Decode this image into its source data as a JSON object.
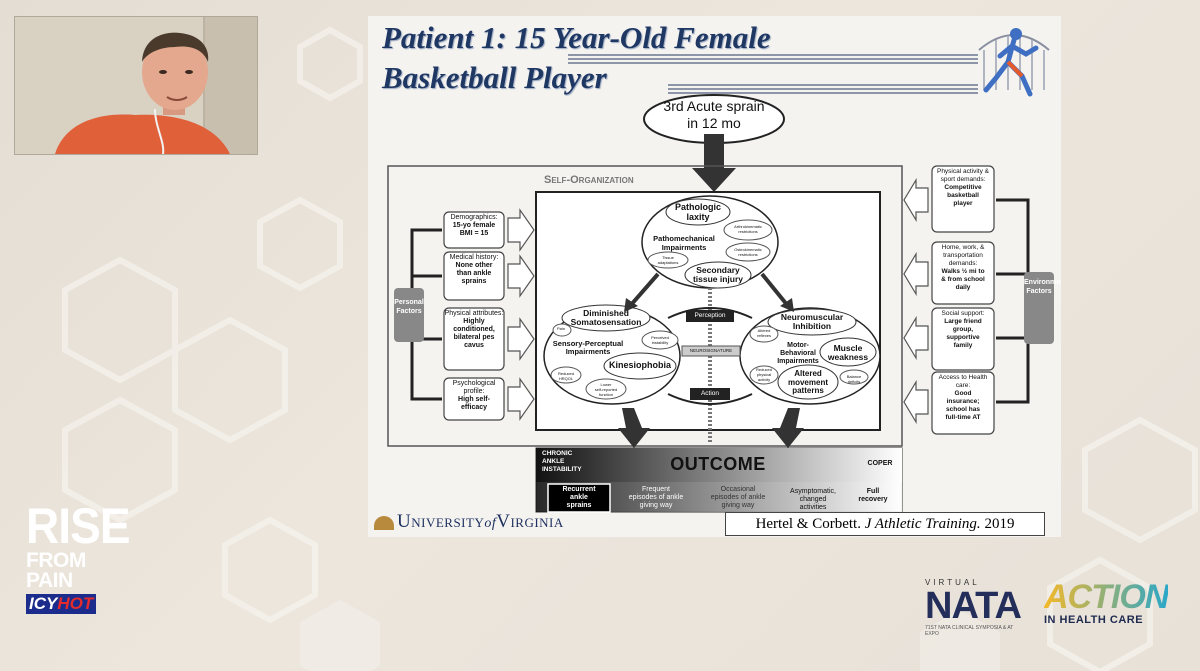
{
  "slide": {
    "title_line1": "Patient 1: 15 Year-Old Female",
    "title_line2": "Basketball Player",
    "top_box": "3rd Acute sprain\nin 12 mo",
    "self_org_label": "Self-Organization",
    "personal_factors": "Personal\nFactors",
    "environmental_factors": "Environmental\nFactors",
    "left_boxes": [
      {
        "label": "Demographics:",
        "value": "15-yo female\nBMI = 15"
      },
      {
        "label": "Medical history:",
        "value": "None other\nthan ankle\nsprains"
      },
      {
        "label": "Physical attributes:",
        "value": "Highly\nconditioned,\nbilateral pes\ncavus"
      },
      {
        "label": "Psychological profile:",
        "value": "High self-\nefficacy"
      }
    ],
    "right_boxes": [
      {
        "label": "Physical activity & sport demands:",
        "value": "Competitive\nbasketball\nplayer"
      },
      {
        "label": "Home, work, & transportation demands:",
        "value": "Walks ½ mi to\n& from school\ndaily"
      },
      {
        "label": "Social support:",
        "value": "Large friend\ngroup,\nsupportive\nfamily"
      },
      {
        "label": "Access to Health care:",
        "value": "Good\ninsurance;\nschool has\nfull-time AT"
      }
    ],
    "top_circle": {
      "main1": "Pathologic\nlaxity",
      "title": "Pathomechanical\nImpairments",
      "small1": "Arthrokinematic\nrestrictions",
      "small2": "Osteokinematic\nrestrictions",
      "small3": "Tissue\nadaptations",
      "main2": "Secondary\ntissue injury"
    },
    "left_circle": {
      "main1": "Diminished\nSomatosensation",
      "title": "Sensory-Perceptual\nImpairments",
      "small_pain": "Pain",
      "small_perceived": "Perceived\ninstability",
      "main2": "Kinesiophobia",
      "small_hrqol": "Reduced\nHRQOL",
      "small_function": "Lower\nself-reported\nfunction"
    },
    "right_circle": {
      "main1": "Neuromuscular\nInhibition",
      "small_altered": "Altered\nreflexes",
      "title": "Motor-Behavioral\nImpairments",
      "main2": "Muscle\nweakness",
      "small_activity": "Reduced\nphysical\nactivity",
      "main3": "Altered\nmovement\npatterns",
      "small_balance": "Balance\ndeficits"
    },
    "center": {
      "perception": "Perception",
      "neurosignature": "Neurosignature",
      "action": "Action"
    },
    "outcome": {
      "cai_label": "Chronic\nAnkle\nInstability",
      "title": "OUTCOME",
      "coper": "COPER",
      "steps": [
        "Recurrent\nankle\nsprains",
        "Frequent\nepisodes of ankle\ngiving way",
        "Occasional\nepisodes of ankle\ngiving way",
        "Asymptomatic,\nchanged\nactivities",
        "Full\nrecovery"
      ]
    },
    "university": "University",
    "university_of": "of",
    "university_name": "Virginia",
    "citation_authors": "Hertel & Corbett.",
    "citation_journal": "J Athletic Training.",
    "citation_year": "2019"
  },
  "branding": {
    "rise_line1": "RISE",
    "rise_line2": "FROM PAIN",
    "icyhot_icy": "ICY",
    "icyhot_hot": "HOT",
    "nata_virtual": "VIRTUAL",
    "nata_name": "NATA",
    "nata_sub": "71ST NATA CLINICAL SYMPOSIA & AT EXPO",
    "action_word": "ACTION",
    "action_sub": "IN HEALTH CARE"
  },
  "colors": {
    "title_blue": "#1f3763",
    "webcam_shirt": "#e0603a",
    "icyhot_blue": "#1b2c8c",
    "icyhot_red": "#e52b2b",
    "action_gradient": [
      "#f4b82a",
      "#2aa7c9"
    ]
  }
}
